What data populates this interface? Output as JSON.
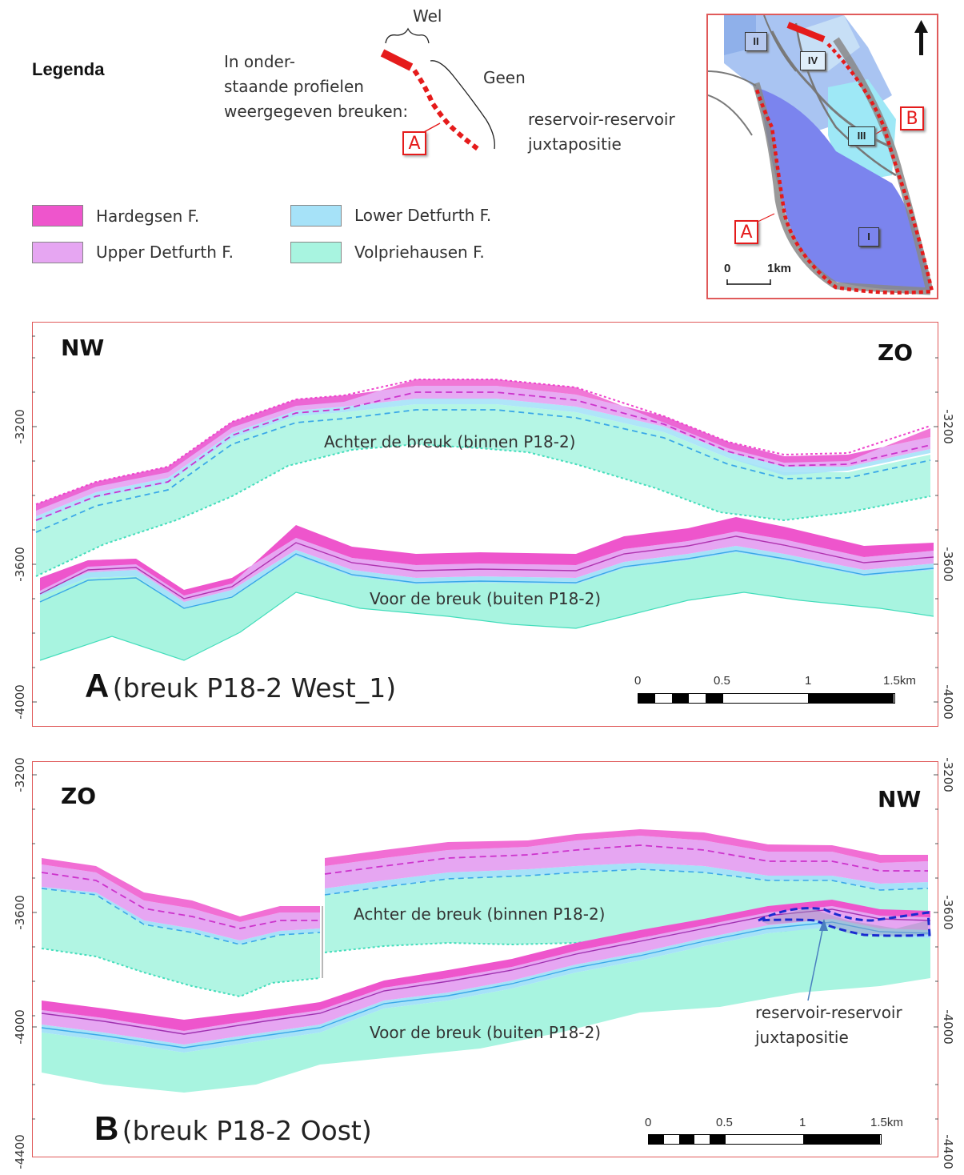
{
  "legend": {
    "title": "Legenda",
    "fault_caption": "In onder-\nstaande profielen\nweergegeven breuken:",
    "wel": "Wel",
    "geen": "Geen",
    "juxtaposition": "reservoir-reservoir\njuxtapositie",
    "fault_marker": "A",
    "formations": [
      {
        "name": "Hardegsen F.",
        "color": "#ee55cc"
      },
      {
        "name": "Upper Detfurth F.",
        "color": "#e6a6f2"
      },
      {
        "name": "Lower Detfurth F.",
        "color": "#a6e2f8"
      },
      {
        "name": "Volpriehausen F.",
        "color": "#a8f4e0"
      }
    ]
  },
  "map": {
    "blocks": [
      "II",
      "IV",
      "III",
      "I"
    ],
    "fault_labels": [
      "A",
      "B"
    ],
    "scale_zero": "0",
    "scale_km": "1km",
    "north_arrow": "north-arrow-icon"
  },
  "profile_a": {
    "dir_left": "NW",
    "dir_right": "ZO",
    "axis_left": [
      "-3200",
      "-3600",
      "-4000"
    ],
    "axis_right": [
      "-3200",
      "-3600",
      "-4000"
    ],
    "behind_label": "Achter de breuk (binnen P18-2)",
    "front_label": "Voor de breuk (buiten P18-2)",
    "caption_letter": "A",
    "caption_text": "(breuk P18-2 West_1)",
    "scale": [
      "0",
      "0.5",
      "1",
      "1.5km"
    ]
  },
  "profile_b": {
    "dir_left": "ZO",
    "dir_right": "NW",
    "axis_left": [
      "-3200",
      "-3600",
      "-4000",
      "-4400"
    ],
    "axis_right": [
      "-3200",
      "-3600",
      "-4000",
      "-4400"
    ],
    "behind_label": "Achter de breuk (binnen P18-2)",
    "front_label": "Voor de breuk (buiten P18-2)",
    "juxtaposition_label": "reservoir-reservoir\njuxtapositie",
    "caption_letter": "B",
    "caption_text": "(breuk P18-2 Oost)",
    "scale": [
      "0",
      "0.5",
      "1",
      "1.5km"
    ]
  }
}
